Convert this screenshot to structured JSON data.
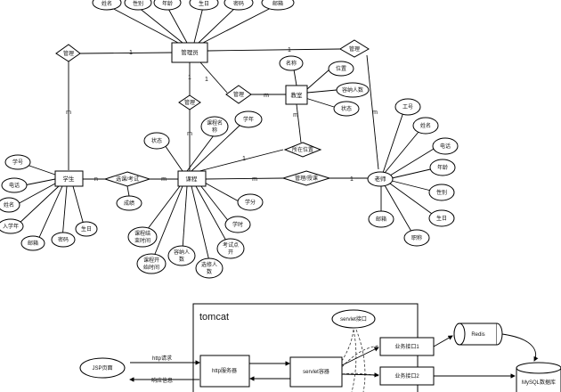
{
  "er": {
    "entities": {
      "admin": "管理员",
      "classroom": "教室",
      "course": "课程",
      "student": "学生",
      "teacher": "老师"
    },
    "admin_attrs": [
      "姓名",
      "性别",
      "年龄",
      "生日",
      "密码",
      "邮箱"
    ],
    "classroom_attrs": [
      "名称",
      "位置",
      "容纳人数",
      "状态"
    ],
    "student_attrs": [
      "学号",
      "电话",
      "姓名",
      "入学年",
      "邮箱",
      "密码",
      "生日"
    ],
    "teacher_attrs": [
      "工号",
      "姓名",
      "电话",
      "年龄",
      "性别",
      "生日",
      "职称",
      "邮箱"
    ],
    "course_attrs": {
      "status": "状态",
      "name_l1": "课程名",
      "name_l2": "称",
      "credit_hours": "学年",
      "credits": "学分",
      "hours": "学时",
      "exam_l1": "考试点",
      "exam_l2": "开",
      "end_l1": "课程结",
      "end_l2": "束时间",
      "start_l1": "课程开",
      "start_l2": "始时间",
      "cap_l1": "容纳人",
      "cap_l2": "数",
      "sel_l1": "选修人",
      "sel_l2": "数"
    },
    "grade": "成绩",
    "relations": {
      "manage_student": "管理",
      "manage_teacher": "管理",
      "manage_classroom": "管理",
      "manage_course": "管理",
      "located": "所在位置",
      "select": "选课/考试",
      "teach": "管理/授课"
    },
    "cardinalities": {
      "one": "1",
      "many": "m",
      "n": "n"
    }
  },
  "arch": {
    "container": "tomcat",
    "jsp": "JSP页面",
    "http_request": "http请求",
    "response": "响应信息",
    "http_server": "http服务器",
    "servlet_container": "servlet容器",
    "servlet_interface": "servlet接口",
    "biz1": "业务接口1",
    "biz2": "业务接口2",
    "redis": "Redis",
    "mysql": "MySQL数据库"
  }
}
